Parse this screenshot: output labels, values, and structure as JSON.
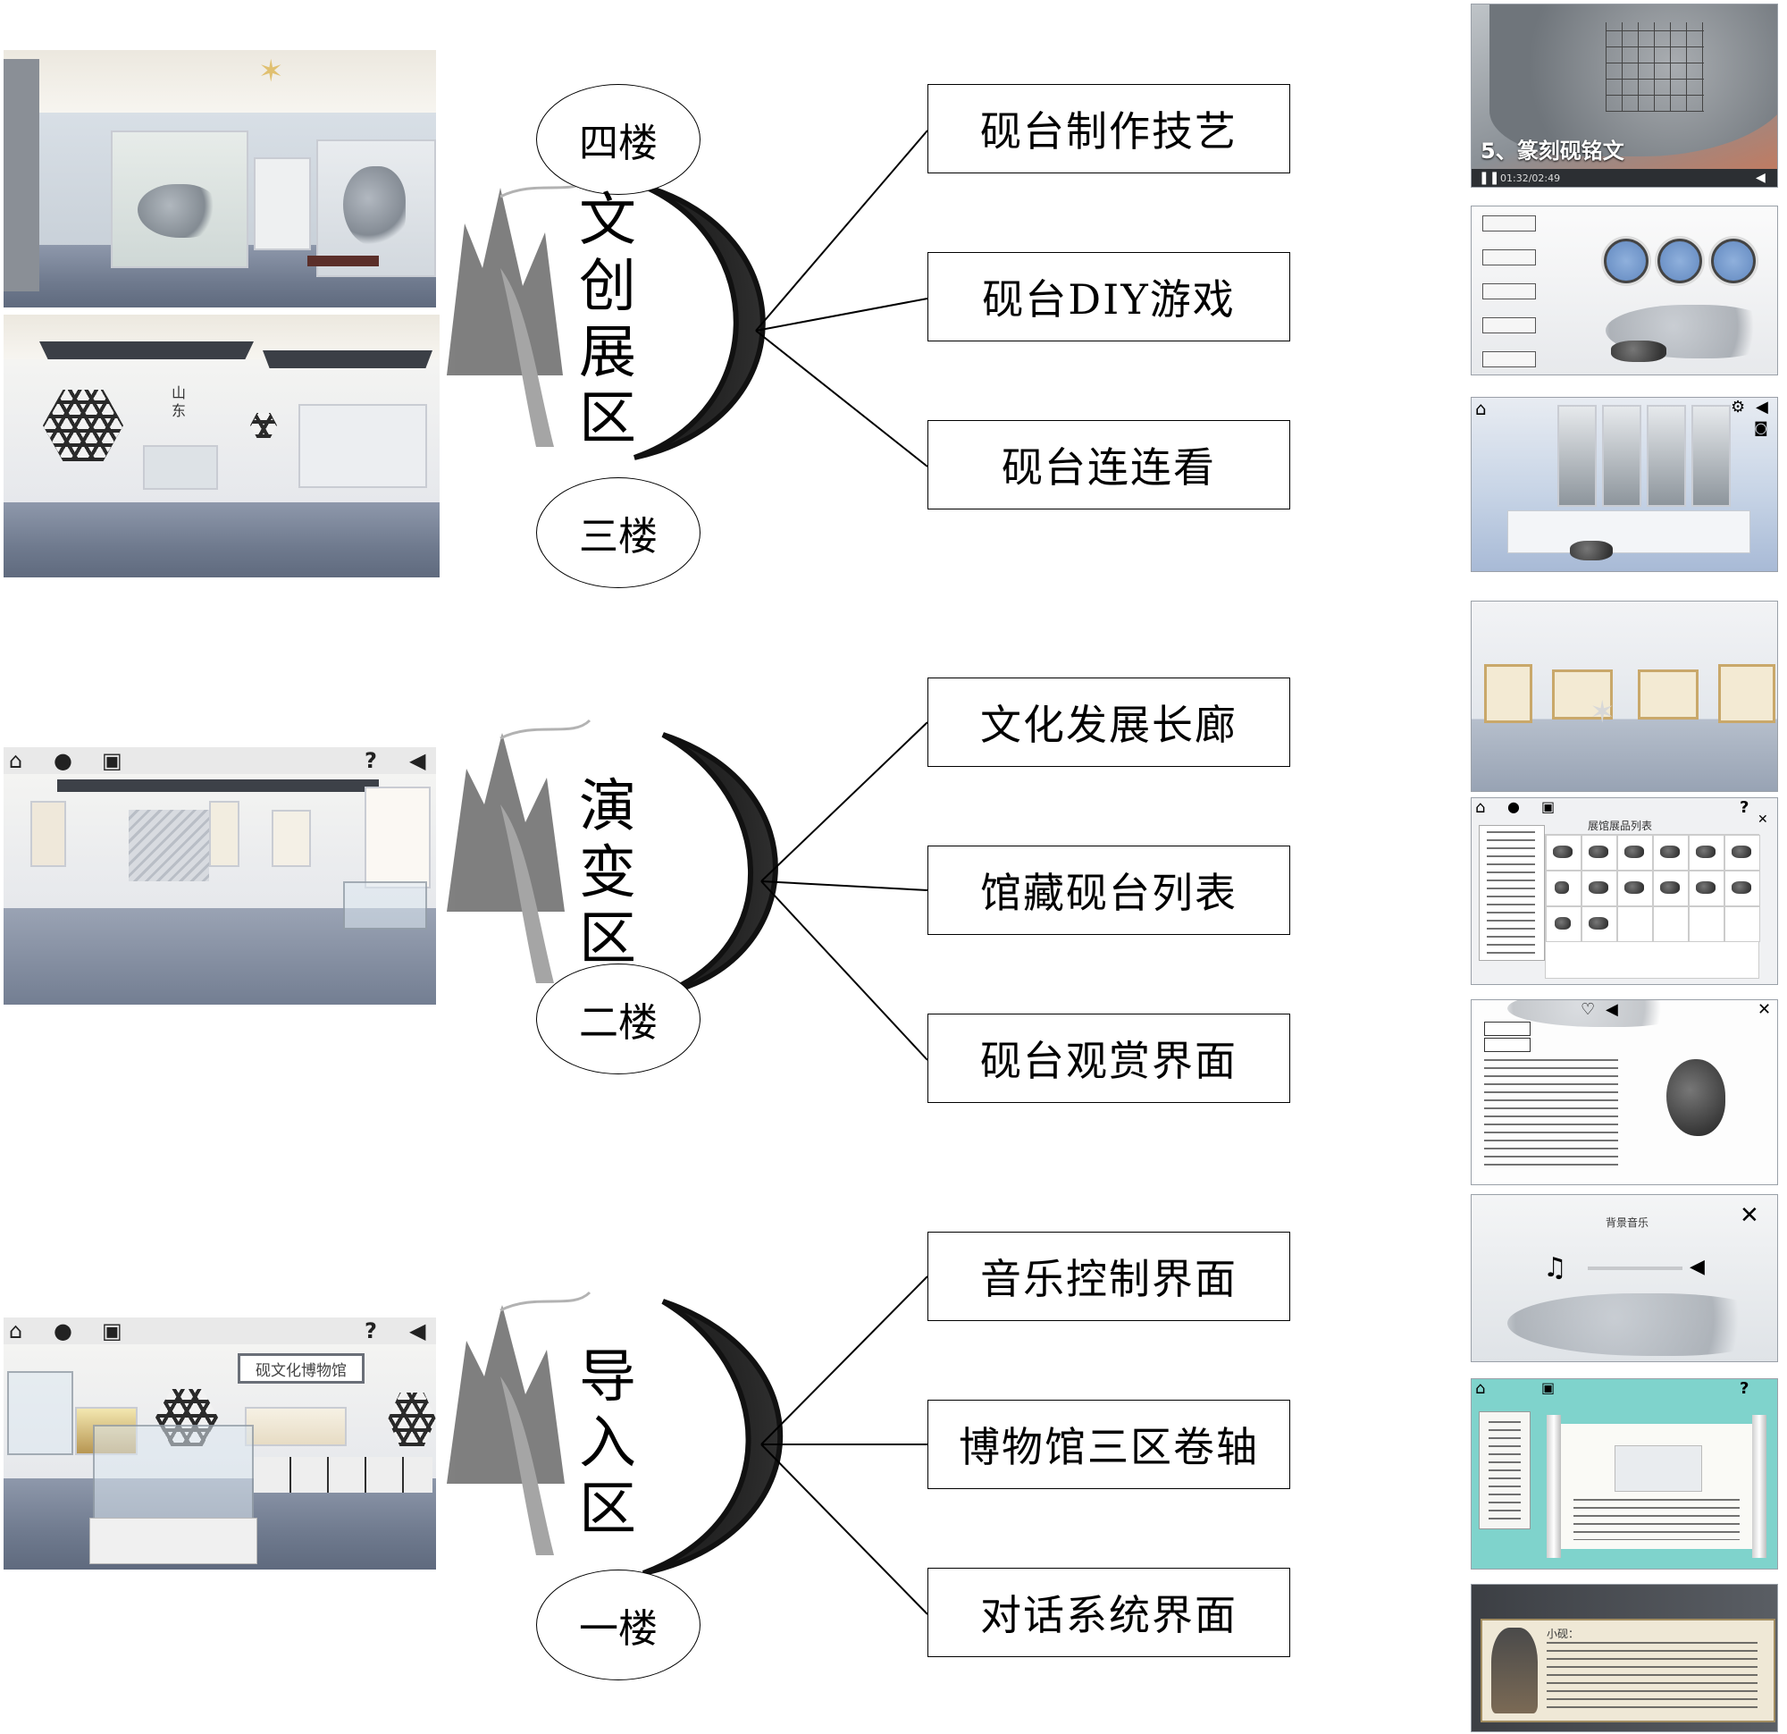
{
  "floors": {
    "f4": "四楼",
    "f3": "三楼",
    "f2": "二楼",
    "f1": "一楼"
  },
  "zones": {
    "creative": [
      "文",
      "创",
      "展",
      "区"
    ],
    "evolution": [
      "演",
      "变",
      "区"
    ],
    "intro": [
      "导",
      "入",
      "区"
    ]
  },
  "features": {
    "creative": [
      "砚台制作技艺",
      "砚台DIY游戏",
      "砚台连连看"
    ],
    "evolution": [
      "文化发展长廊",
      "馆藏砚台列表",
      "砚台观赏界面"
    ],
    "intro": [
      "音乐控制界面",
      "博物馆三区卷轴",
      "对话系统界面"
    ]
  },
  "screens": {
    "s3_sign": "山东",
    "intro_sign": "砚文化博物馆",
    "video_caption": "5、篆刻砚铭文",
    "video_time": "01:32/02:49",
    "collection_title": "展馆展品列表",
    "music_title": "背景音乐",
    "dialog_speaker": "小砚："
  },
  "icons": {
    "toolbar": [
      "home-icon",
      "inkstone-icon",
      "map-icon",
      "help-icon",
      "speaker-icon"
    ],
    "music": [
      "music-note-icon",
      "volume-icon",
      "close-icon"
    ]
  },
  "colors": {
    "line": "#000000",
    "teal": "#7fd3cc",
    "scene_floor": "#6f7a8e"
  }
}
